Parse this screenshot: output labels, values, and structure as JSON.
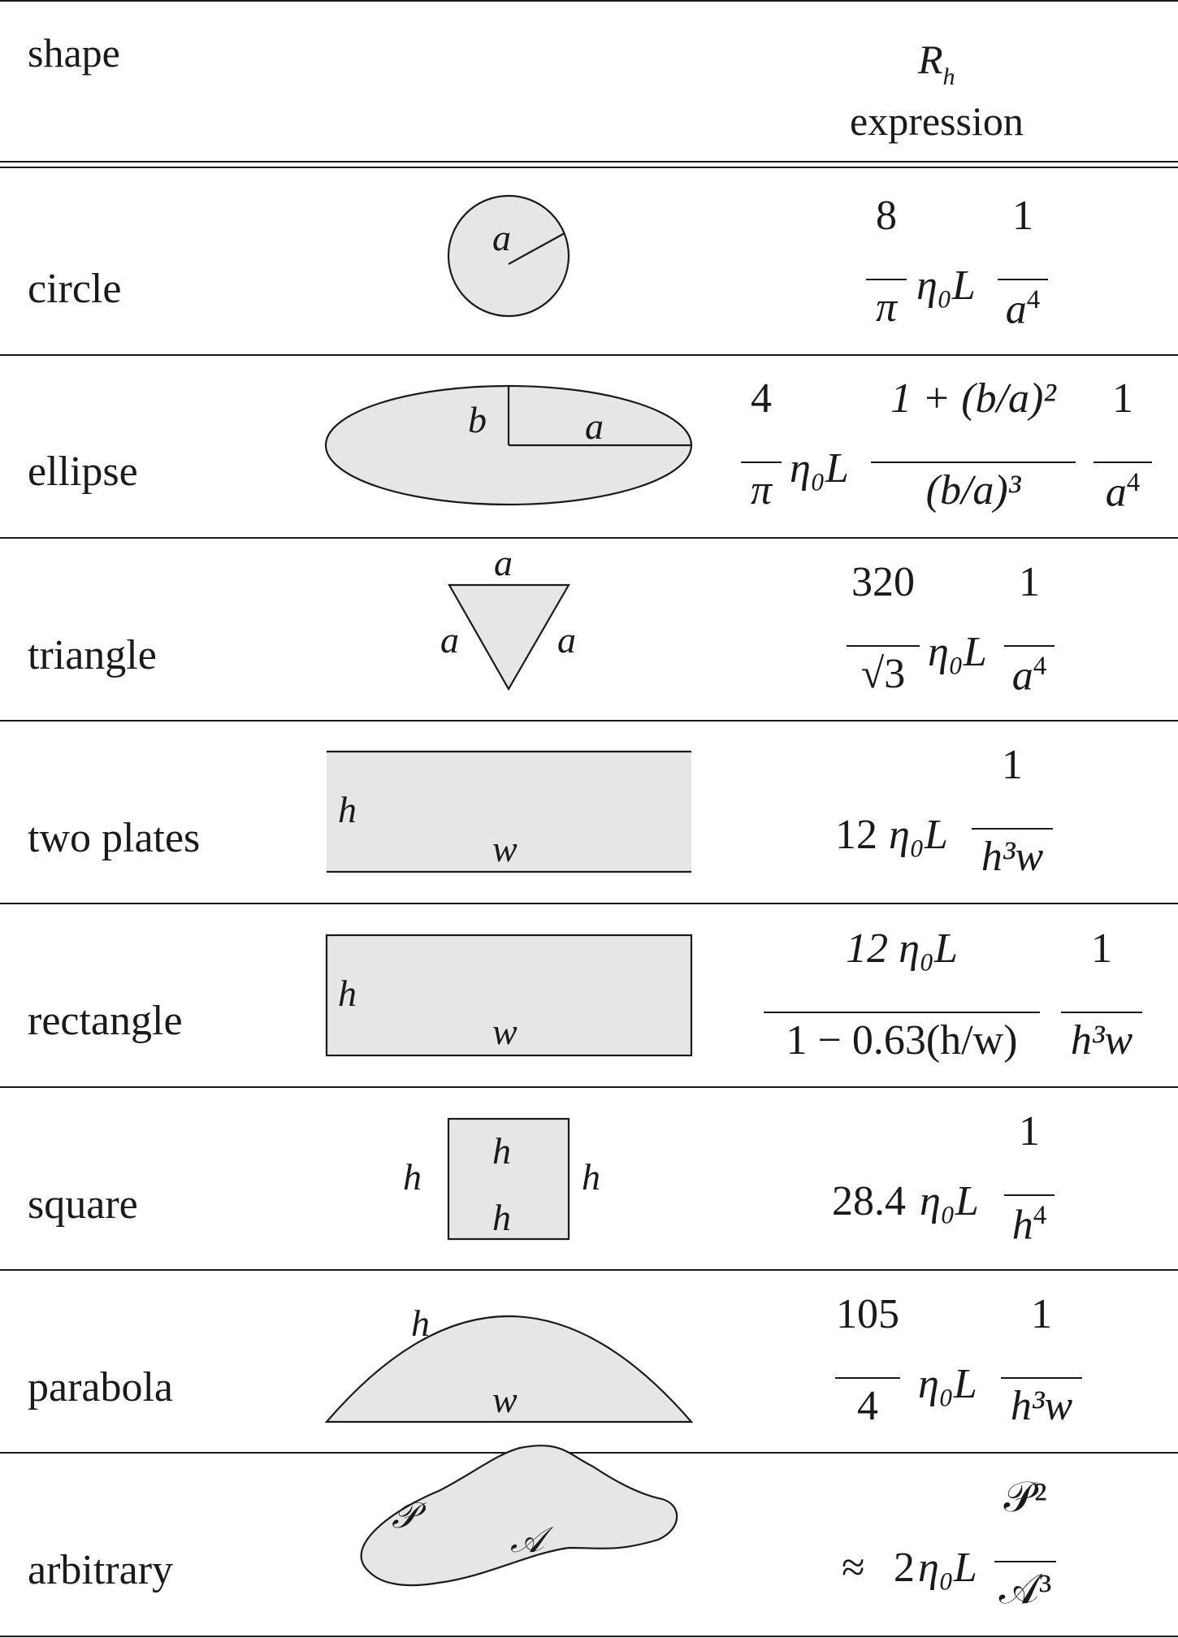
{
  "header": {
    "shape_label": "shape",
    "expr_symbol": "R",
    "expr_symbol_sub": "h",
    "expr_label": "expression"
  },
  "rows": [
    {
      "name": "circle",
      "labels": [
        "a"
      ]
    },
    {
      "name": "ellipse",
      "labels": [
        "b",
        "a"
      ]
    },
    {
      "name": "triangle",
      "labels": [
        "a",
        "a",
        "a"
      ]
    },
    {
      "name": "two plates",
      "labels": [
        "h",
        "w"
      ]
    },
    {
      "name": "rectangle",
      "labels": [
        "h",
        "w"
      ]
    },
    {
      "name": "square",
      "labels": [
        "h",
        "h",
        "h",
        "h"
      ]
    },
    {
      "name": "parabola",
      "labels": [
        "h",
        "w"
      ]
    },
    {
      "name": "arbitrary",
      "labels": [
        "𝒫",
        "𝒜"
      ]
    }
  ],
  "formulas": {
    "circle": {
      "coef_num": "8",
      "coef_den": "π",
      "mid": "η₀L",
      "num": "1",
      "den": "a",
      "den_sup": "4"
    },
    "ellipse": {
      "coef_num": "4",
      "coef_den": "π",
      "mid": "η₀L",
      "num": "1 + (b/a)²",
      "den": "(b/a)³",
      "num2": "1",
      "den2": "a",
      "den2_sup": "4"
    },
    "triangle": {
      "coef_num": "320",
      "coef_den": "√3",
      "mid": "η₀L",
      "num": "1",
      "den": "a",
      "den_sup": "4"
    },
    "two_plates": {
      "coef": "12",
      "mid": "η₀L",
      "num": "1",
      "den": "h³w"
    },
    "rectangle": {
      "num": "12 η₀L",
      "den": "1 − 0.63(h/w)",
      "num2": "1",
      "den2": "h³w"
    },
    "square": {
      "coef": "28.4",
      "mid": "η₀L",
      "num": "1",
      "den": "h",
      "den_sup": "4"
    },
    "parabola": {
      "coef_num": "105",
      "coef_den": "4",
      "mid": "η₀L",
      "num": "1",
      "den": "h³w"
    },
    "arbitrary": {
      "approx": "≈",
      "coef": "2",
      "mid": "η₀L",
      "num": "𝒫²",
      "den": "𝒜³"
    }
  },
  "colors": {
    "fill": "#e6e6e6",
    "line": "#1a1a1a"
  }
}
